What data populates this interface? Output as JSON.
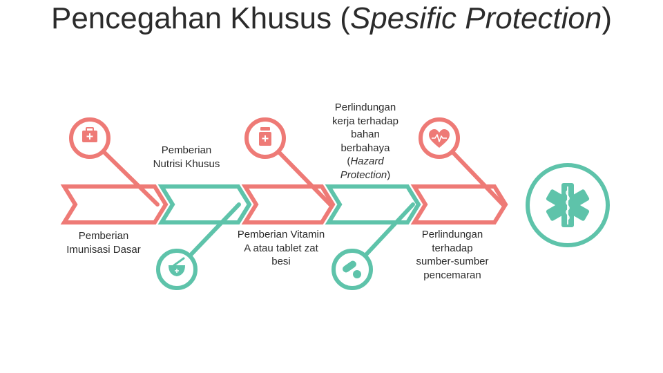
{
  "title": {
    "part1": "Pencegahan Khusus (",
    "italic": "Spesific Protection",
    "part2": ")"
  },
  "colors": {
    "coral": "#EE7A76",
    "teal": "#5EC3AA",
    "text": "#2b2b2b"
  },
  "steps": [
    {
      "label": "Pemberian Imunisasi Dasar",
      "icon": "first-aid-kit-icon",
      "position": "top",
      "label_position": "below"
    },
    {
      "label": "Pemberian Nutrisi Khusus",
      "icon": "mortar-pestle-icon",
      "position": "bottom",
      "label_position": "above"
    },
    {
      "label": "Pemberian Vitamin A atau tablet zat besi",
      "icon": "medicine-bottle-icon",
      "position": "top",
      "label_position": "below"
    },
    {
      "label_part1": "Perlindungan kerja terhadap bahan berbahaya (",
      "label_italic": "Hazard Protection",
      "label_part2": ")",
      "icon": "pill-capsule-icon",
      "position": "bottom",
      "label_position": "above"
    },
    {
      "label": "Perlindungan terhadap sumber-sumber pencemaran",
      "icon": "heart-pulse-icon",
      "position": "top",
      "label_position": "below"
    }
  ],
  "end_icon": "star-of-life-icon"
}
